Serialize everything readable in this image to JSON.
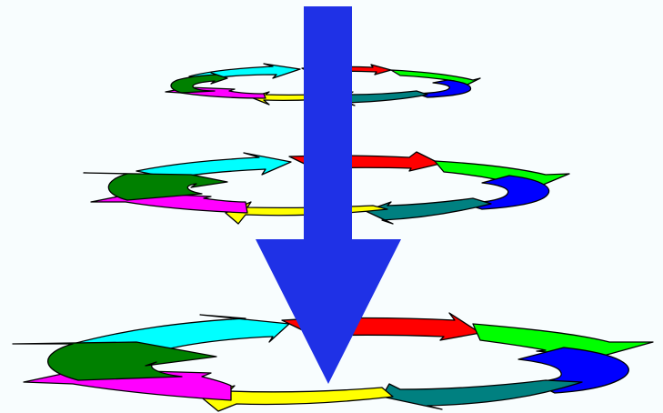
{
  "diagram": {
    "tiers": [
      {
        "label": "",
        "level": 1
      },
      {
        "label": "",
        "level": 2
      },
      {
        "label": "",
        "level": 3
      }
    ],
    "segment_colors": {
      "red": "#ff0000",
      "green": "#00ff00",
      "blue": "#0000ff",
      "teal": "#008080",
      "yellow": "#ffff00",
      "magenta": "#ff00ff",
      "dark_green": "#008000",
      "cyan": "#00ffff"
    },
    "arrow_color": "#1f31e6",
    "background": "#f8fdfe"
  }
}
